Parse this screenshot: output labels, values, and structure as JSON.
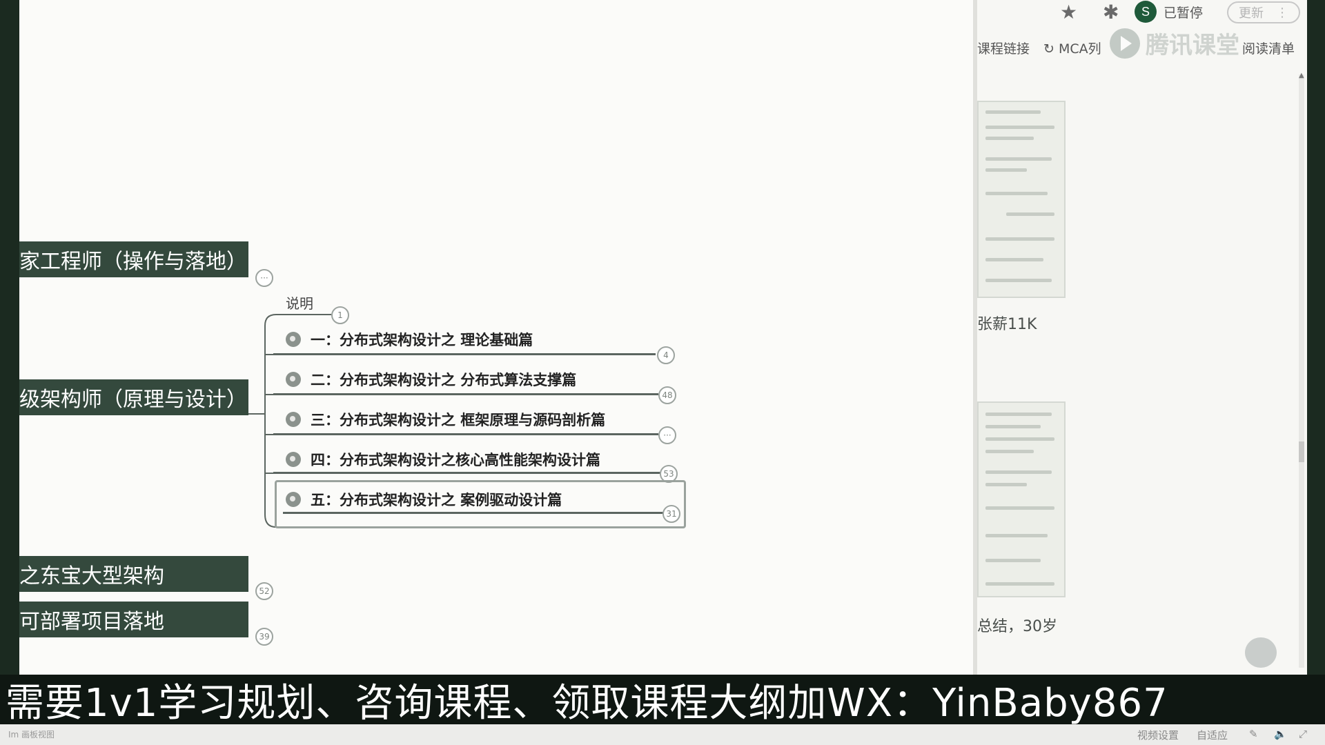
{
  "browser": {
    "paused_label": "已暂停",
    "avatar_letter": "S",
    "update_label": "更新",
    "bookmarks": [
      "课程链接",
      "MCA列",
      "腾讯课堂",
      "阅读清单"
    ]
  },
  "mindmap": {
    "branches": [
      {
        "label": "家工程师（操作与落地）",
        "badge": "···"
      },
      {
        "label": "级架构师（原理与设计）"
      },
      {
        "label": "之东宝大型架构",
        "badge": "52"
      },
      {
        "label": "可部署项目落地",
        "badge": "39"
      }
    ],
    "note_label": "说明",
    "note_badge": "1",
    "topics": [
      {
        "label": "一：分布式架构设计之 理论基础篇",
        "badge": "4"
      },
      {
        "label": "二：分布式架构设计之 分布式算法支撑篇",
        "badge": "48"
      },
      {
        "label": "三：分布式架构设计之 框架原理与源码剖析篇",
        "badge": "···"
      },
      {
        "label": "四：分布式架构设计之核心高性能架构设计篇",
        "badge": "53"
      },
      {
        "label": "五：分布式架构设计之 案例驱动设计篇",
        "badge": "31"
      }
    ]
  },
  "right_panel": {
    "text_1": "张薪11K",
    "text_2": "总结，30岁"
  },
  "subtitle": "需要1v1学习规划、咨询课程、领取课程大纲加WX：YinBaby867",
  "status_bar": {
    "left": "Im 画板视图",
    "items": [
      "视频设置",
      "自适应"
    ]
  }
}
